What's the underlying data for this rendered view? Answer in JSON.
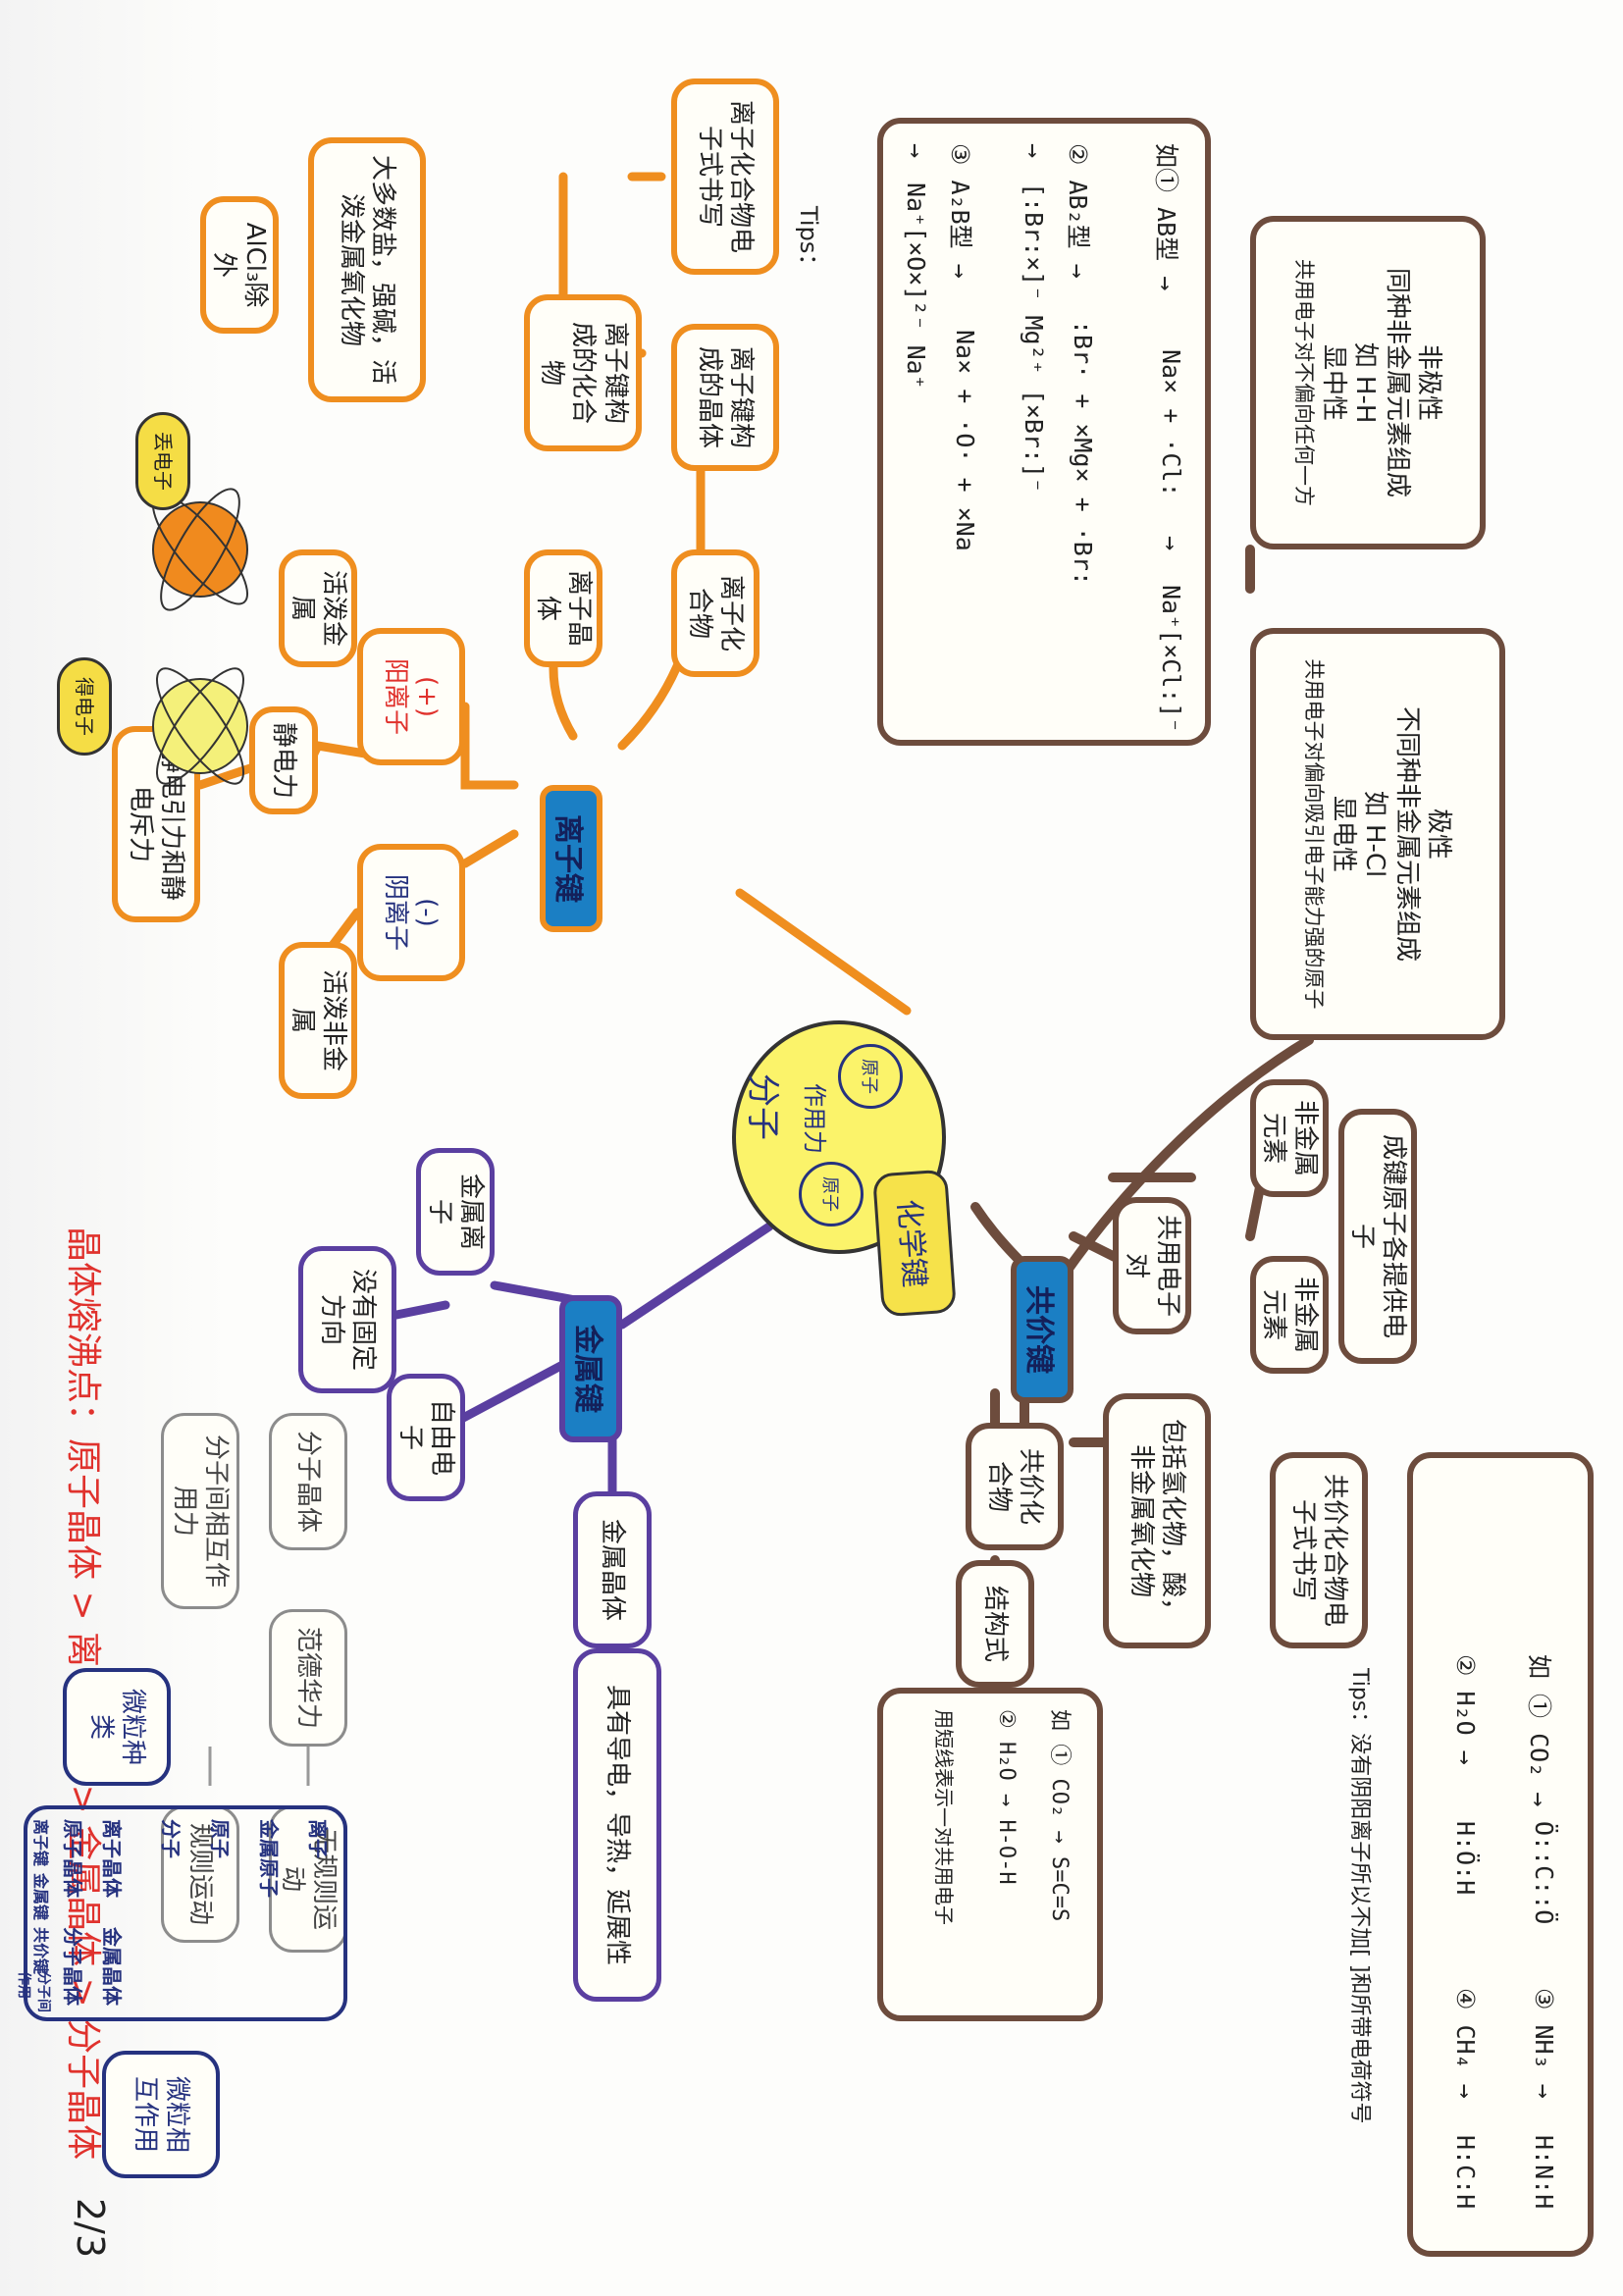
{
  "header": {
    "title": "晶体熔沸点：原子晶体 > 离子晶体 > 金属晶体 > 分子晶体",
    "page_number": "2/3"
  },
  "center": {
    "title": "化学键",
    "atom_left": "原子",
    "atom_right": "原子",
    "force": "作用力",
    "molecule": "分子"
  },
  "ionic": {
    "hub": "离子键",
    "cation": "阳离子",
    "cation_sign": "(+)",
    "anion": "阴离子",
    "anion_sign": "(-)",
    "active_metal": "活泼金属",
    "active_nonmetal": "活泼非金属",
    "electrostatic": "静电力",
    "electrostatic_desc": "静电引力和静电斥力",
    "ionic_crystal": "离子晶体",
    "ionic_compound": "离子化合物",
    "ionic_crystal_desc": "离子键构成的晶体",
    "contains_compound": "离子键构成的化合物",
    "examples": "大多数盐，强碱，活泼金属氧化物",
    "exception": "AlCl₃除外",
    "formula_title": "离子化合物电子式书写",
    "tips": "Tips：",
    "cartoon_lose": "丢电子",
    "cartoon_gain": "得电子",
    "eq1_label": "如①  AB型 →",
    "eq1_left": "Na× + ·Cl:",
    "eq1_right": "Na⁺[×Cl:]⁻",
    "eq2_label": "②  AB₂型 →",
    "eq2_left": ":Br· + ×Mg× + ·Br:",
    "eq2_right": "[:Br:×]⁻ Mg²⁺ [×Br:]⁻",
    "eq3_label": "③  A₂B型 →",
    "eq3_left": "Na× + ·O· + ×Na",
    "eq3_right": "Na⁺[×O×]²⁻ Na⁺"
  },
  "metallic": {
    "hub": "金属键",
    "cation": "金属离子",
    "free_electron": "自由电子",
    "no_direction": "没有固定方向",
    "crystal": "金属晶体",
    "property": "具有导电，导热，延展性"
  },
  "molecular": {
    "crystal": "分子晶体",
    "vdw": "范德华力",
    "intermolecular": "分子间相互作用力",
    "irregular": "无规则运动",
    "regular": "规则运动"
  },
  "covalent": {
    "hub": "共价键",
    "shared_pair": "共用电子对",
    "nonmetal_a": "非金属元素",
    "nonmetal_b": "非金属元素",
    "formed_by": "成键原子各提供电子",
    "polar_title": "极性",
    "polar_desc": "不同种非金属元素组成",
    "polar_example": "如 H-Cl",
    "polar_charge": "显电性",
    "polar_note": "共用电子对偏向吸引电子能力强的原子",
    "nonpolar_title": "非极性",
    "nonpolar_desc": "同种非金属元素组成",
    "nonpolar_example": "如 H-H",
    "nonpolar_charge": "显中性",
    "nonpolar_note": "共用电子对不偏向任何一方",
    "compound": "共价化合物",
    "compound_desc": "包括氢化物，酸，非金属氧化物",
    "structural": "结构式",
    "structural_eq1": "如 ① CO₂ → S=C=S",
    "structural_eq2": "② H₂O → H-O-H",
    "structural_note": "用短线表示一对共用电子",
    "formula_title": "共价化合物电子式书写",
    "formula_tip": "Tips：没有阴阳离子所以不加[ ]和所带电荷符号",
    "cf1": "如 ① CO₂ →",
    "cf1_r": "Ö::C::Ö",
    "cf2": "② H₂O →",
    "cf2_r": "H:Ö:H",
    "cf3": "③ NH₃ →",
    "cf3_r": "H:N:H",
    "cf4": "④ CH₄ →",
    "cf4_r": "H:C:H"
  },
  "legend": {
    "particle_title": "微粒种类",
    "force_title": "微粒相互作用",
    "rows": [
      {
        "particle": "离子",
        "crystal": "离子晶体",
        "bond": "离子键"
      },
      {
        "particle": "金属原子",
        "crystal": "金属晶体",
        "bond": "金属键"
      },
      {
        "particle": "原子",
        "crystal": "原子晶体",
        "bond": "共价键"
      },
      {
        "particle": "分子",
        "crystal": "分子晶体",
        "bond": "分子间作用"
      }
    ]
  },
  "colors": {
    "ionic": "#ef8e1f",
    "metallic": "#5a3fa0",
    "covalent": "#6d4c3d",
    "accent_red": "#e0322d",
    "hub_blue": "#1b7fc4",
    "center_yellow": "#fbf36a"
  }
}
